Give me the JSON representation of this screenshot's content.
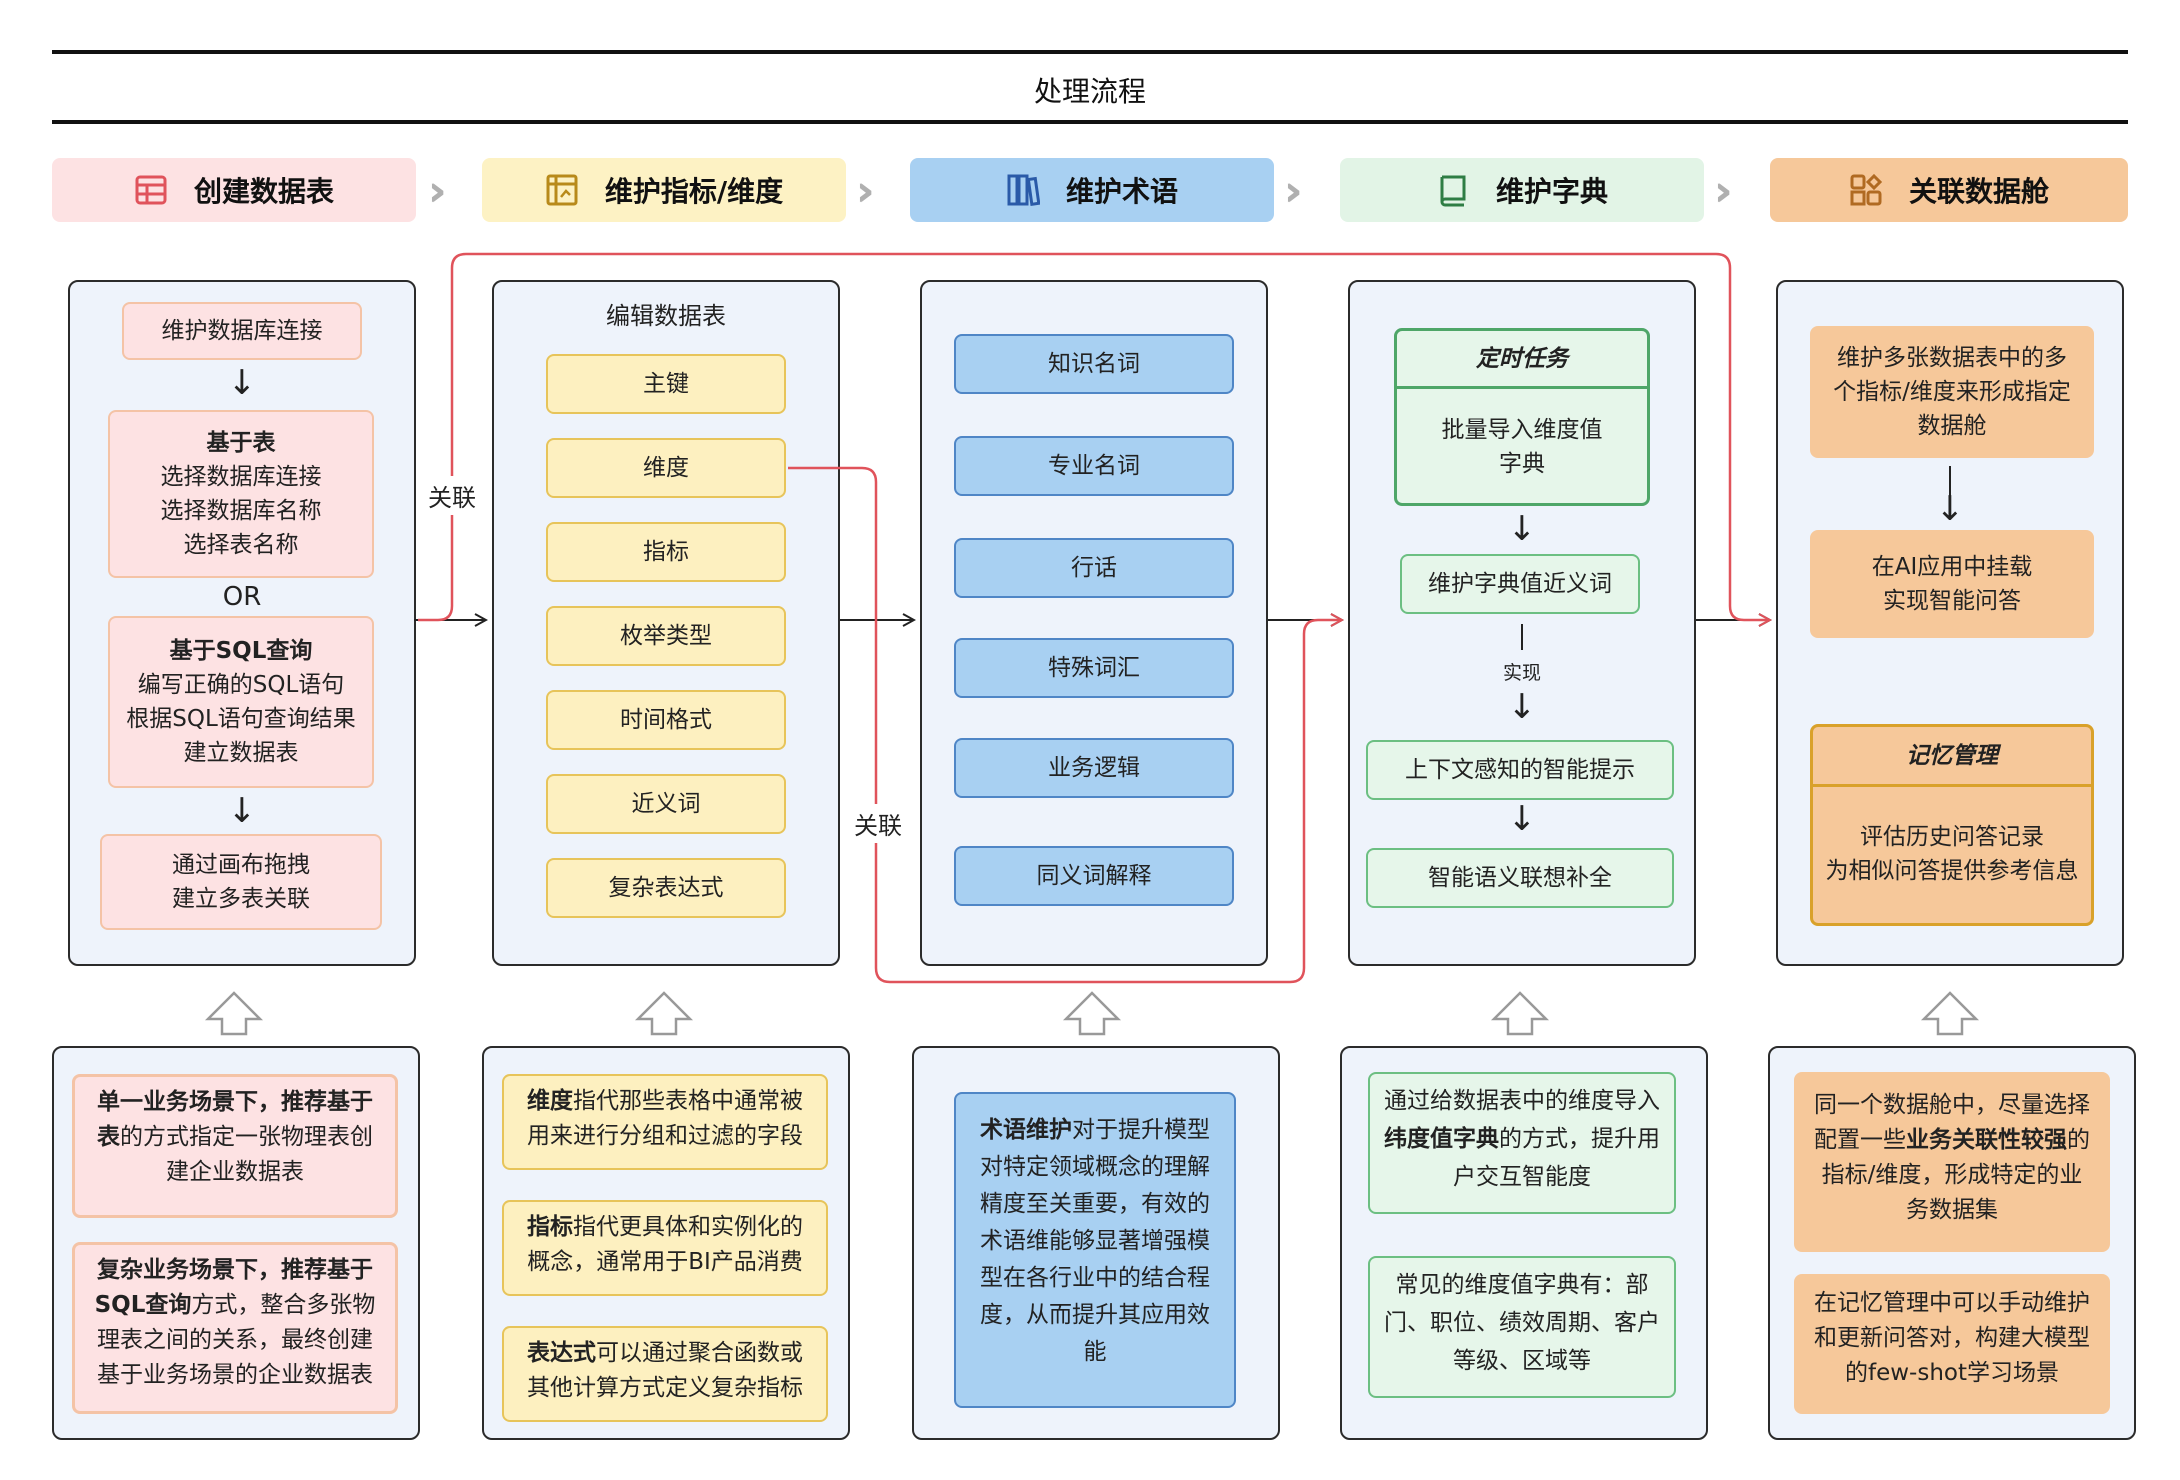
{
  "title": "处理流程",
  "steps": [
    {
      "label": "创建数据表",
      "bg": "#fde2e3",
      "icon": "table-icon",
      "icon_color": "#e0535b"
    },
    {
      "label": "维护指标/维度",
      "bg": "#fdf2c4",
      "icon": "chart-frame-icon",
      "icon_color": "#b88a1a"
    },
    {
      "label": "维护术语",
      "bg": "#a8d0f2",
      "icon": "books-icon",
      "icon_color": "#2a5aa8"
    },
    {
      "label": "维护字典",
      "bg": "#e2f4e6",
      "icon": "dictionary-icon",
      "icon_color": "#2e7d44"
    },
    {
      "label": "关联数据舱",
      "bg": "#f6c89a",
      "icon": "modules-icon",
      "icon_color": "#b06a22"
    }
  ],
  "col1": {
    "connect": "维护数据库连接",
    "based_table_title": "基于表",
    "based_table_lines": [
      "选择数据库连接",
      "选择数据库名称",
      "选择表名称"
    ],
    "or": "OR",
    "based_sql_title": "基于SQL查询",
    "based_sql_lines": [
      "编写正确的SQL语句",
      "根据SQL语句查询结果",
      "建立数据表"
    ],
    "canvas_lines": [
      "通过画布拖拽",
      "建立多表关联"
    ]
  },
  "col2": {
    "title": "编辑数据表",
    "items": [
      "主键",
      "维度",
      "指标",
      "枚举类型",
      "时间格式",
      "近义词",
      "复杂表达式"
    ]
  },
  "col3": {
    "items": [
      "知识名词",
      "专业名词",
      "行话",
      "特殊词汇",
      "业务逻辑",
      "同义词解释"
    ]
  },
  "col4": {
    "task_title": "定时任务",
    "task_lines": [
      "批量导入维度值",
      "字典"
    ],
    "synonym": "维护字典值近义词",
    "implement": "实现",
    "hint": "上下文感知的智能提示",
    "complete": "智能语义联想补全"
  },
  "col5": {
    "multi_lines": [
      "维护多张数据表中的多",
      "个指标/维度来形成指定",
      "数据舱"
    ],
    "ai_lines": [
      "在AI应用中挂载",
      "实现智能问答"
    ],
    "memory_title": "记忆管理",
    "memory_lines": [
      "评估历史问答记录",
      "为相似问答提供参考信息"
    ]
  },
  "links": {
    "relate_top": "关联",
    "relate_mid": "关联"
  },
  "notes": {
    "n1a": {
      "b": "单一业务场景下，推荐基于表",
      "t": "的方式指定一张物理表创建企业数据表"
    },
    "n1b": {
      "b": "复杂业务场景下，推荐基于SQL查询",
      "t": "方式，整合多张物理表之间的关系，最终创建基于业务场景的企业数据表"
    },
    "n2a": {
      "b": "维度",
      "t": "指代那些表格中通常被用来进行分组和过滤的字段"
    },
    "n2b": {
      "b": "指标",
      "t": "指代更具体和实例化的概念，通常用于BI产品消费"
    },
    "n2c": {
      "b": "表达式",
      "t": "可以通过聚合函数或其他计算方式定义复杂指标"
    },
    "n3": {
      "b": "术语维护",
      "t": "对于提升模型对特定领域概念的理解精度至关重要，有效的术语维能够显著增强模型在各行业中的结合程度，从而提升其应用效能"
    },
    "n4a": {
      "t1": "通过给数据表中的维度导入",
      "b": "纬度值字典",
      "t2": "的方式，提升用户交互智能度"
    },
    "n4b": {
      "t": "常见的维度值字典有：部门、职位、绩效周期、客户等级、区域等"
    },
    "n5a": {
      "t1": "同一个数据舱中，尽量选择配置一些",
      "b": "业务关联性较强",
      "t2": "的指标/维度，形成特定的业务数据集"
    },
    "n5b": {
      "t": "在记忆管理中可以手动维护和更新问答对，构建大模型的few-shot学习场景"
    }
  },
  "colors": {
    "relate_line": "#e0535b",
    "border": "#2b2b2b",
    "panel_bg": "#eef3fb"
  }
}
